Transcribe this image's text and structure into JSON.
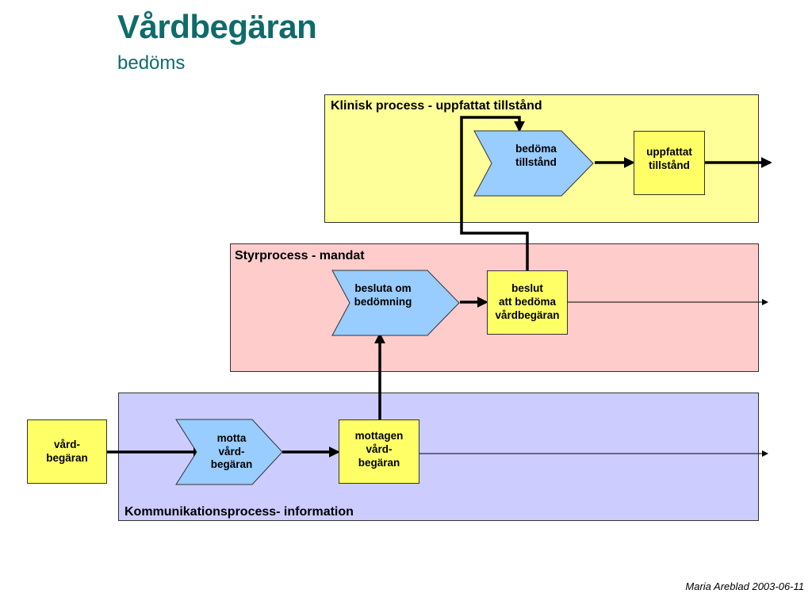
{
  "title": "Vårdbegäran",
  "subtitle": "bedöms",
  "lanes": {
    "clinical": "Klinisk process - uppfattat tillstånd",
    "control": "Styrprocess - mandat",
    "communication": "Kommunikationsprocess- information"
  },
  "activities": {
    "assess_condition": "bedöma\ntillstånd",
    "decide_assessment": "besluta om\nbedömning",
    "receive_request": "motta\nvård-\nbegäran"
  },
  "objects": {
    "requestor_input": "vård-\nbegäran",
    "received_request": "mottagen\nvård-\nbegäran",
    "decision": "beslut\natt bedöma\nvårdbegäran",
    "perceived_condition": "uppfattat\ntillstånd"
  },
  "footer": "Maria Areblad 2003-06-11",
  "colors": {
    "title": "#0f6b6b",
    "lane_clinical": "#ffff99",
    "lane_control": "#ffcccc",
    "lane_communication": "#ccccff",
    "object_fill": "#ffff66",
    "activity_fill": "#99ccff"
  }
}
